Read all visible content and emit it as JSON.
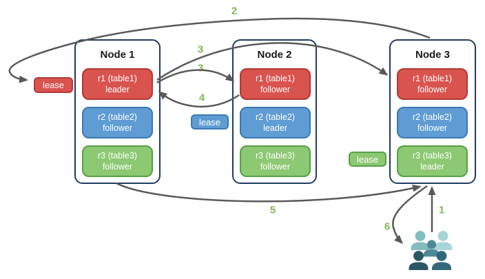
{
  "diagram": {
    "colors": {
      "arrow": "#595959",
      "step_label": "#7cb950",
      "node_border": "#203a60",
      "red_fill": "#d9534f",
      "red_border": "#b03a37",
      "blue_fill": "#5e9cd3",
      "blue_border": "#3c78b4",
      "green_fill": "#8dc873",
      "green_border": "#55a045"
    },
    "nodes": [
      {
        "title": "Node 1",
        "replicas": [
          {
            "line1": "r1 (table1)",
            "line2": "leader",
            "color": "red"
          },
          {
            "line1": "r2 (table2)",
            "line2": "follower",
            "color": "blue"
          },
          {
            "line1": "r3 (table3)",
            "line2": "follower",
            "color": "green"
          }
        ]
      },
      {
        "title": "Node 2",
        "replicas": [
          {
            "line1": "r1 (table1)",
            "line2": "follower",
            "color": "red"
          },
          {
            "line1": "r2 (table2)",
            "line2": "leader",
            "color": "blue"
          },
          {
            "line1": "r3 (table3)",
            "line2": "follower",
            "color": "green"
          }
        ]
      },
      {
        "title": "Node 3",
        "replicas": [
          {
            "line1": "r1 (table1)",
            "line2": "follower",
            "color": "red"
          },
          {
            "line1": "r2 (table2)",
            "line2": "follower",
            "color": "blue"
          },
          {
            "line1": "r3 (table3)",
            "line2": "leader",
            "color": "green"
          }
        ]
      }
    ],
    "leases": [
      {
        "label": "lease",
        "color": "red"
      },
      {
        "label": "lease",
        "color": "blue"
      },
      {
        "label": "lease",
        "color": "green"
      }
    ],
    "steps": [
      "2",
      "3",
      "3",
      "4",
      "5",
      "6",
      "1"
    ],
    "users_icon": {
      "name": "users-group-icon",
      "person_colors": [
        "#82bcc1",
        "#a7d5d8",
        "#4f8995",
        "#2b5666",
        "#35677a"
      ]
    }
  }
}
